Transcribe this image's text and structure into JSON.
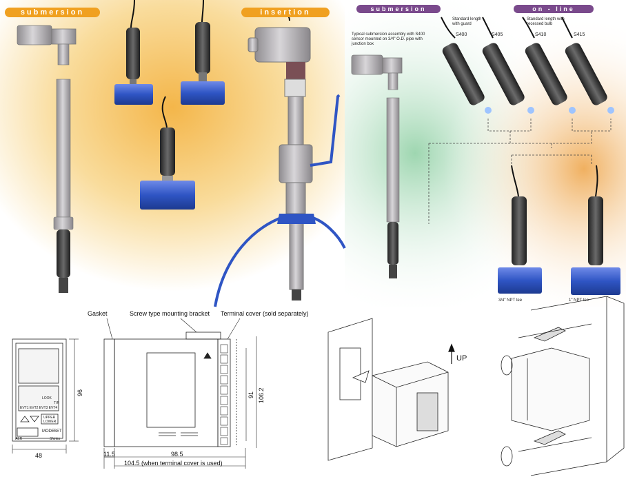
{
  "left_panel": {
    "submersion_label": "submersion",
    "insertion_label": "insertion"
  },
  "right_panel": {
    "submersion_label": "submersion",
    "online_label": "on - line",
    "assembly_note": "Typical submersion assembly with S400 sensor mounted on 3/4\" O.D. pipe with junction box",
    "std_guard_note": "Standard length with guard",
    "std_recessed_note": "Standard length with recessed bulb",
    "models": [
      "S400",
      "S405",
      "S410",
      "S415"
    ],
    "tee_small": "3/4\" NPT tee",
    "tee_large": "1\" NPT tee"
  },
  "drawing": {
    "callout_gasket": "Gasket",
    "callout_bracket": "Screw type mounting bracket",
    "callout_cover": "Terminal cover (sold separately)",
    "dim_width": "48",
    "dim_height": "96",
    "dim_91": "91",
    "dim_106": "106.2",
    "dim_11": "11.5",
    "dim_98": "98.5",
    "dim_104": "104.5 (when terminal cover is used)",
    "front_look": "LOOK",
    "front_events": "EVT1 EVT2 EVT3 EVT4",
    "front_tr": "T/R",
    "front_upper": "UPPER",
    "front_lower": "LOWER",
    "front_mode": "MODE",
    "front_set": "SET",
    "front_brand": "AER",
    "front_maker": "Shinko"
  },
  "mounting": {
    "up_label": "UP"
  },
  "colors": {
    "pill_orange": "#f0a020",
    "pill_purple": "#7a4a8c",
    "tee_blue": "#2f55c4",
    "probe_dark": "#333333",
    "pipe_gray": "#b8b5b8"
  }
}
